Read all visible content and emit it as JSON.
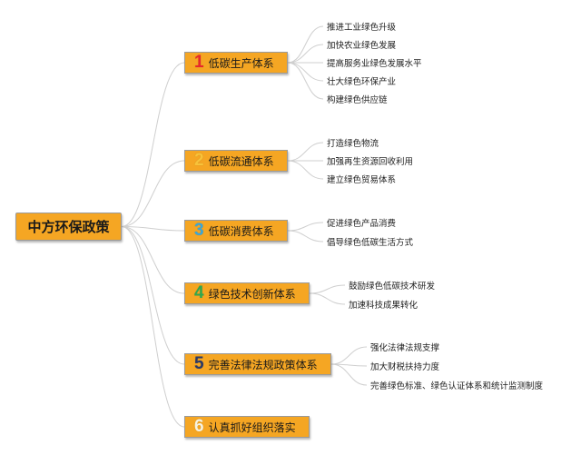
{
  "root": {
    "label": "中方环保政策"
  },
  "branches": [
    {
      "number": "1",
      "label": "低碳生产体系",
      "number_color": "#e8282b",
      "children": [
        "推进工业绿色升级",
        "加快农业绿色发展",
        "提高服务业绿色发展水平",
        "壮大绿色环保产业",
        "构建绿色供应链"
      ]
    },
    {
      "number": "2",
      "label": "低碳流通体系",
      "number_color": "#f7c23a",
      "children": [
        "打造绿色物流",
        "加强再生资源回收利用",
        "建立绿色贸易体系"
      ]
    },
    {
      "number": "3",
      "label": "低碳消费体系",
      "number_color": "#3aa6d8",
      "children": [
        "促进绿色产品消费",
        "倡导绿色低碳生活方式"
      ]
    },
    {
      "number": "4",
      "label": "绿色技术创新体系",
      "number_color": "#2fa84f",
      "children": [
        "鼓励绿色低碳技术研发",
        "加速科技成果转化"
      ]
    },
    {
      "number": "5",
      "label": "完善法律法规政策体系",
      "number_color": "#2b3a67",
      "children": [
        "强化法律法规支撑",
        "加大财税扶持力度",
        "完善绿色标准、绿色认证体系和统计监测制度"
      ]
    },
    {
      "number": "6",
      "label": "认真抓好组织落实",
      "number_color": "#f7f3e0",
      "children": []
    }
  ],
  "colors": {
    "node_fill": "#f5a623",
    "link": "#cfcfcf"
  }
}
